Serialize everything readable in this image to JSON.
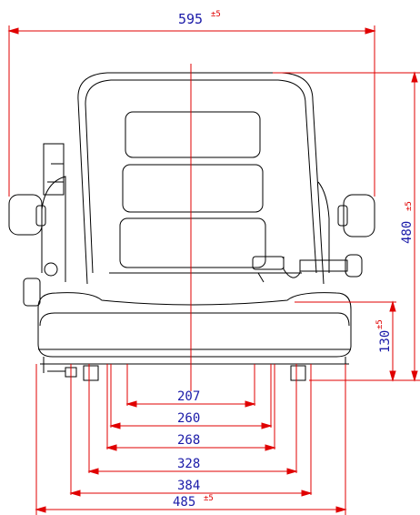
{
  "dimensions": {
    "overall_width": "595",
    "overall_width_tol": "±5",
    "height": "480",
    "height_tol": "±5",
    "cushion_height": "130",
    "cushion_height_tol": "±5",
    "d207": "207",
    "d260": "260",
    "d268": "268",
    "d328": "328",
    "d384": "384",
    "base_width": "485",
    "base_width_tol": "±5"
  },
  "colors": {
    "outline": "#000000",
    "dimension_red": "#e00000",
    "label_blue": "#1a1aa8"
  }
}
